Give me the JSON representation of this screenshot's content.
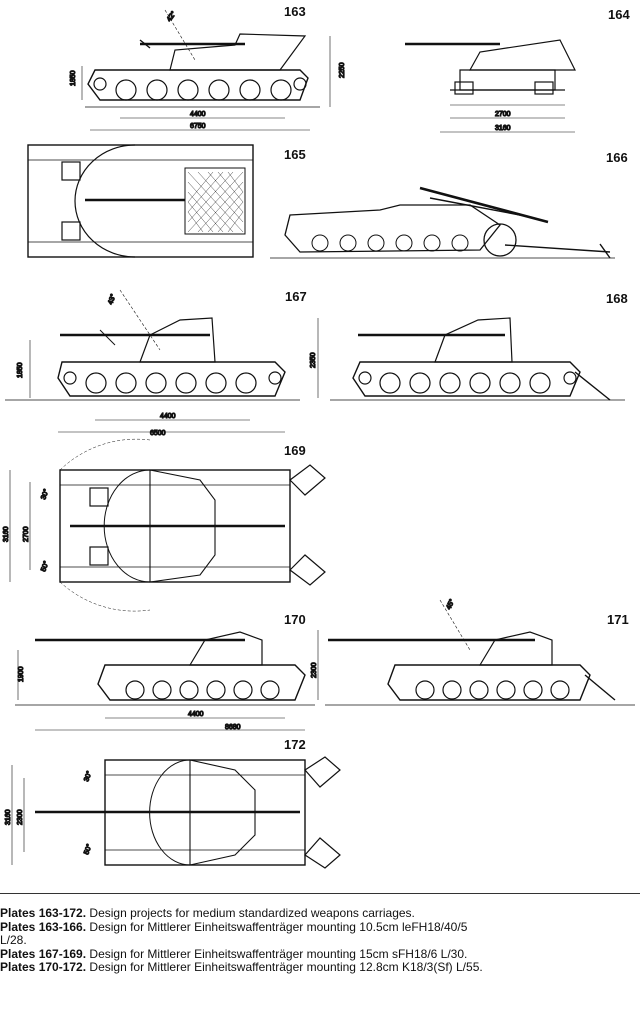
{
  "plates": {
    "p163": "163",
    "p164": "164",
    "p165": "165",
    "p166": "166",
    "p167": "167",
    "p168": "168",
    "p169": "169",
    "p170": "170",
    "p171": "171",
    "p172": "172"
  },
  "dims": {
    "d163_height": "1850",
    "d163_height2": "2250",
    "d163_wheelbase": "4400",
    "d163_length": "6750",
    "d163_angle": "42°",
    "d164_a": "2700",
    "d164_b": "3160",
    "d167_height": "1850",
    "d167_height2": "2350",
    "d167_wheelbase": "4400",
    "d167_length": "6500",
    "d167_angle": "43°",
    "d169_a": "3160",
    "d169_b": "2700",
    "d169_angle1": "30°",
    "d169_angle2": "50°",
    "d170_height": "1900",
    "d170_height2": "2300",
    "d170_wheelbase": "4400",
    "d170_length": "8680",
    "d171_angle": "45°",
    "d172_a": "3160",
    "d172_b": "2300",
    "d172_angle1": "30°",
    "d172_angle2": "50°"
  },
  "caption": [
    {
      "bold": "Plates 163-172.",
      "text": " Design projects for medium standardized weapons carriages."
    },
    {
      "bold": "Plates 163-166.",
      "text": " Design for Mittlerer Einheitswaffenträger mounting 10.5cm leFH18/40/5"
    },
    {
      "bold": "",
      "text": "L/28."
    },
    {
      "bold": "Plates 167-169.",
      "text": " Design for Mittlerer Einheitswaffenträger mounting 15cm sFH18/6 L/30."
    },
    {
      "bold": "Plates 170-172.",
      "text": " Design for Mittlerer Einheitswaffenträger mounting 12.8cm K18/3(Sf) L/55."
    }
  ]
}
